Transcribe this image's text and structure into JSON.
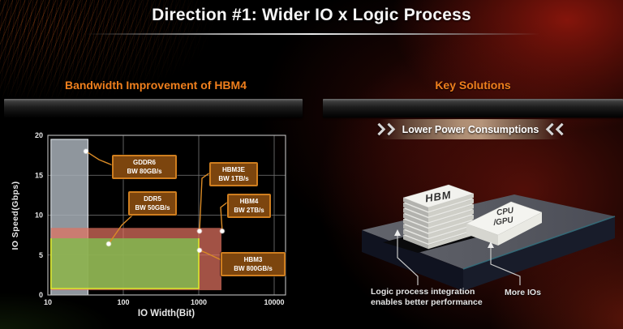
{
  "title": "Direction #1: Wider IO x Logic Process",
  "left_panel": {
    "section_title": "Bandwidth Improvement of HBM4"
  },
  "right_panel": {
    "section_title": "Key Solutions",
    "banner_label": "Lower Power Consumptions",
    "diagram": {
      "hbm_label": "HBM",
      "cpu_line1": "CPU",
      "cpu_line2": "/GPU",
      "callout_logic_line1": "Logic process integration",
      "callout_logic_line2": "enables better performance",
      "callout_more_ios": "More IOs"
    }
  },
  "chart_data": {
    "type": "scatter",
    "title": "Bandwidth Improvement of HBM4",
    "xlabel": "IO Width(Bit)",
    "ylabel": "IO Speed(Gbps)",
    "x_scale": "log",
    "xlim": [
      10,
      14000
    ],
    "ylim": [
      0,
      20
    ],
    "x_ticks": [
      10,
      100,
      1000,
      10000
    ],
    "y_ticks": [
      0,
      5,
      10,
      15,
      20
    ],
    "grid": true,
    "points": [
      {
        "name": "GDDR6",
        "bw": "BW 80GB/s",
        "x": 32,
        "y": 18
      },
      {
        "name": "DDR5",
        "bw": "BW 50GB/s",
        "x": 64,
        "y": 6.4
      },
      {
        "name": "HBM3E",
        "bw": "BW 1TB/s",
        "x": 1024,
        "y": 8
      },
      {
        "name": "HBM4",
        "bw": "BW 2TB/s",
        "x": 2048,
        "y": 8
      },
      {
        "name": "HBM3",
        "bw": "BW 800GB/s",
        "x": 1024,
        "y": 5.6
      }
    ],
    "regions": [
      {
        "name": "gddr6-bar",
        "x0": 11,
        "x1": 34,
        "y0": 0,
        "y1": 19.5,
        "fill": "#a8b0b8",
        "fill_opacity": 0.85,
        "stroke": "#e9eef3"
      },
      {
        "name": "hbm-band",
        "x0": 11,
        "x1": 2000,
        "y0": 0.6,
        "y1": 8.4,
        "fill": "#e07160",
        "fill_opacity": 0.72,
        "stroke": ""
      },
      {
        "name": "ddr-band",
        "x0": 11,
        "x1": 1000,
        "y0": 0.8,
        "y1": 7.1,
        "fill": "#83ba50",
        "fill_opacity": 0.85,
        "stroke": "#dde62e"
      }
    ],
    "colors": {
      "accent_orange": "#ef7f1d",
      "callout_box_bg": "#7c450e",
      "callout_box_border": "#cf7e1f",
      "connector_line": "#d98a26",
      "grid_line": "#7a7a7a"
    }
  }
}
